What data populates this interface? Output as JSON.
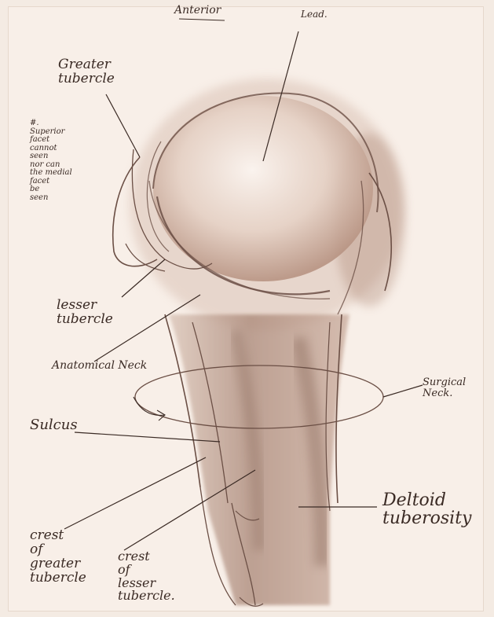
{
  "labels": {
    "anterior": "Anterior",
    "head": "Lead.",
    "greater_tubercle": "Greater\ntubercle",
    "note": "#.\nSuperior\nfacet\ncannot\nseen\nnor can\nthe medial\nfacet\nbe\nseen",
    "lesser_tubercle": "lesser\ntubercle",
    "anatomical_neck": "Anatomical Neck",
    "surgical_neck": "Surgical\nNeck.",
    "sulcus": "Sulcus",
    "deltoid_tuberosity": "Deltoid\ntuberosity",
    "crest_greater_tubercle": "crest\nof\ngreater\ntubercle",
    "crest_lesser_tubercle": "crest\nof\nlesser\ntubercle."
  },
  "colors": {
    "paper": "#f8efe8",
    "charcoal": "#6b4f45",
    "ink": "#3a2a24"
  }
}
